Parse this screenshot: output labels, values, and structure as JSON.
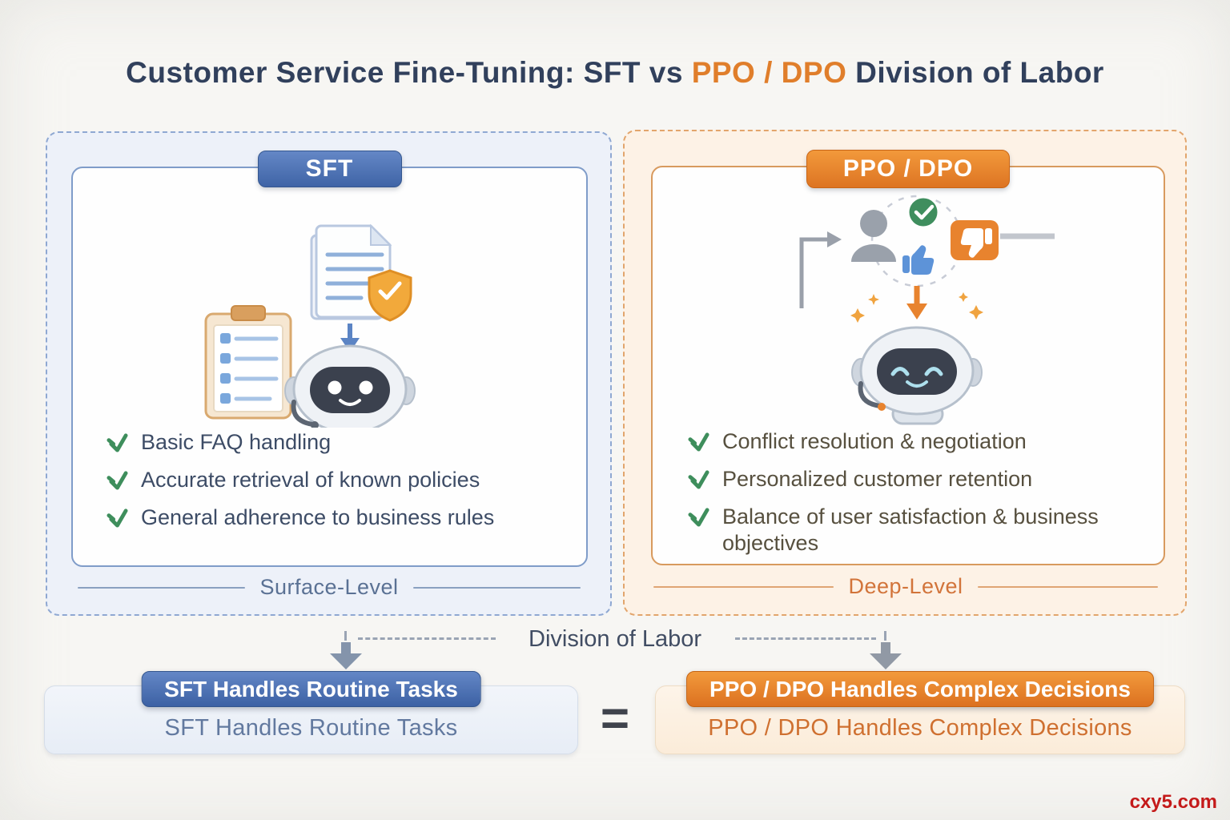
{
  "title": {
    "prefix": "Customer Service Fine-Tuning: SFT vs ",
    "highlight": "PPO / DPO",
    "suffix": " Division of Labor"
  },
  "left_panel": {
    "badge": "SFT",
    "bullets": [
      "Basic FAQ handling",
      "Accurate retrieval of known policies",
      "General adherence to business rules"
    ],
    "footer": "Surface-Level"
  },
  "right_panel": {
    "badge": "PPO / DPO",
    "bullets": [
      "Conflict resolution & negotiation",
      "Personalized customer retention",
      "Balance of user satisfaction & business objectives"
    ],
    "footer": "Deep-Level"
  },
  "division": {
    "label": "Division of Labor",
    "equals": "=",
    "left_box": {
      "header": "SFT Handles Routine Tasks",
      "body": "SFT Handles Routine Tasks"
    },
    "right_box": {
      "header": "PPO / DPO Handles Complex Decisions",
      "body": "PPO / DPO Handles Complex Decisions"
    }
  },
  "watermark": "cxy5.com",
  "colors": {
    "sft_blue": "#4a6db3",
    "ppo_orange": "#e8832e",
    "check_green": "#3e8e5c",
    "watermark_red": "#c41a1a"
  }
}
